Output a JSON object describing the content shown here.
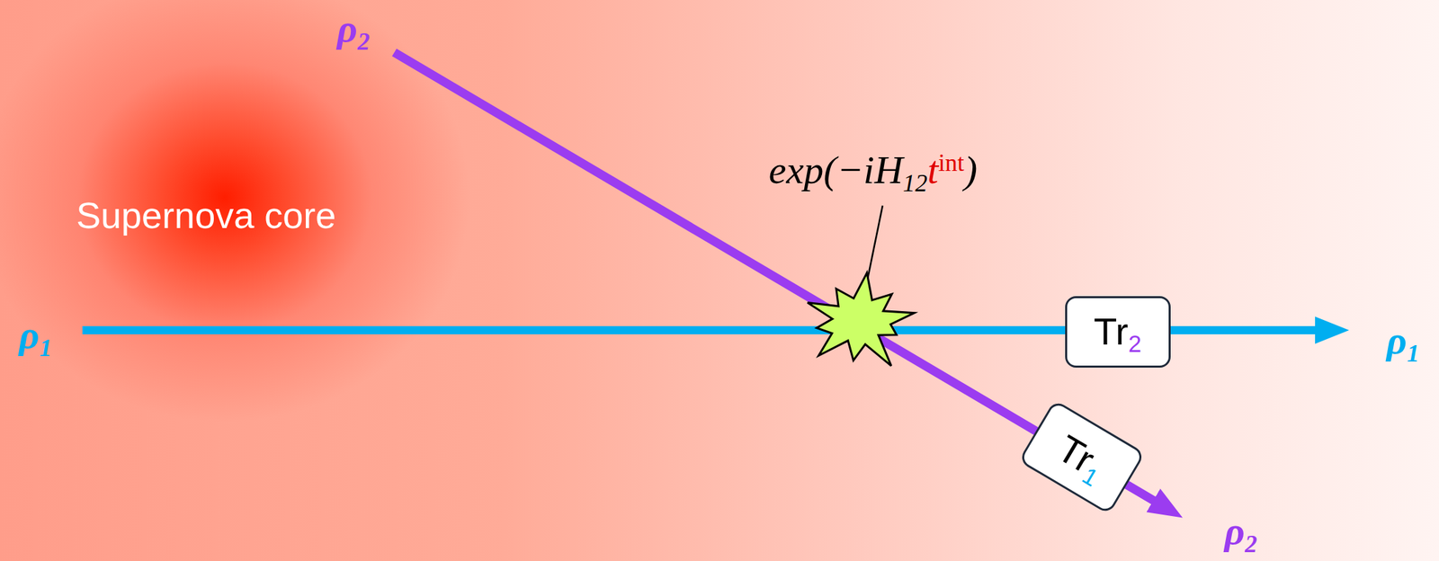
{
  "diagram": {
    "nodes": [
      {
        "text": [
          "Tr2"
        ]
      },
      {
        "text": [
          "Tr1"
        ]
      }
    ],
    "labels": [
      "ρ2",
      "Supernova core",
      "ρ1",
      "exp(−iH12tint)",
      "ρ1",
      "ρ2"
    ]
  }
}
